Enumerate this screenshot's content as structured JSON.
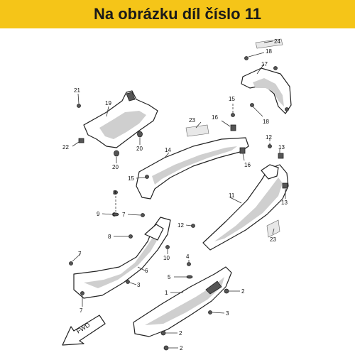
{
  "banner": {
    "text": "Na obrázku díl číslo 11",
    "color": "#f5c518"
  },
  "fwd_label": "FWD",
  "callouts": [
    {
      "id": "c24",
      "text": "24"
    },
    {
      "id": "c18a",
      "text": "18"
    },
    {
      "id": "c17",
      "text": "17"
    },
    {
      "id": "c18b",
      "text": "18"
    },
    {
      "id": "c21",
      "text": "21"
    },
    {
      "id": "c19",
      "text": "19"
    },
    {
      "id": "c22",
      "text": "22"
    },
    {
      "id": "c20a",
      "text": "20"
    },
    {
      "id": "c20b",
      "text": "20"
    },
    {
      "id": "c15a",
      "text": "15"
    },
    {
      "id": "c16a",
      "text": "16"
    },
    {
      "id": "c23a",
      "text": "23"
    },
    {
      "id": "c12a",
      "text": "12"
    },
    {
      "id": "c13a",
      "text": "13"
    },
    {
      "id": "c14",
      "text": "14"
    },
    {
      "id": "c16b",
      "text": "16"
    },
    {
      "id": "c15b",
      "text": "15"
    },
    {
      "id": "c11",
      "text": "11"
    },
    {
      "id": "c13b",
      "text": "13"
    },
    {
      "id": "c8a",
      "text": "8"
    },
    {
      "id": "c9",
      "text": "9"
    },
    {
      "id": "c7a",
      "text": "7"
    },
    {
      "id": "c12b",
      "text": "12"
    },
    {
      "id": "c8b",
      "text": "8"
    },
    {
      "id": "c10",
      "text": "10"
    },
    {
      "id": "c23b",
      "text": "23"
    },
    {
      "id": "c7b",
      "text": "7"
    },
    {
      "id": "c4",
      "text": "4"
    },
    {
      "id": "c6",
      "text": "6"
    },
    {
      "id": "c5",
      "text": "5"
    },
    {
      "id": "c3a",
      "text": "3"
    },
    {
      "id": "c7c",
      "text": "7"
    },
    {
      "id": "c1",
      "text": "1"
    },
    {
      "id": "c2a",
      "text": "2"
    },
    {
      "id": "c3b",
      "text": "3"
    },
    {
      "id": "c2b",
      "text": "2"
    },
    {
      "id": "c2c",
      "text": "2"
    }
  ]
}
